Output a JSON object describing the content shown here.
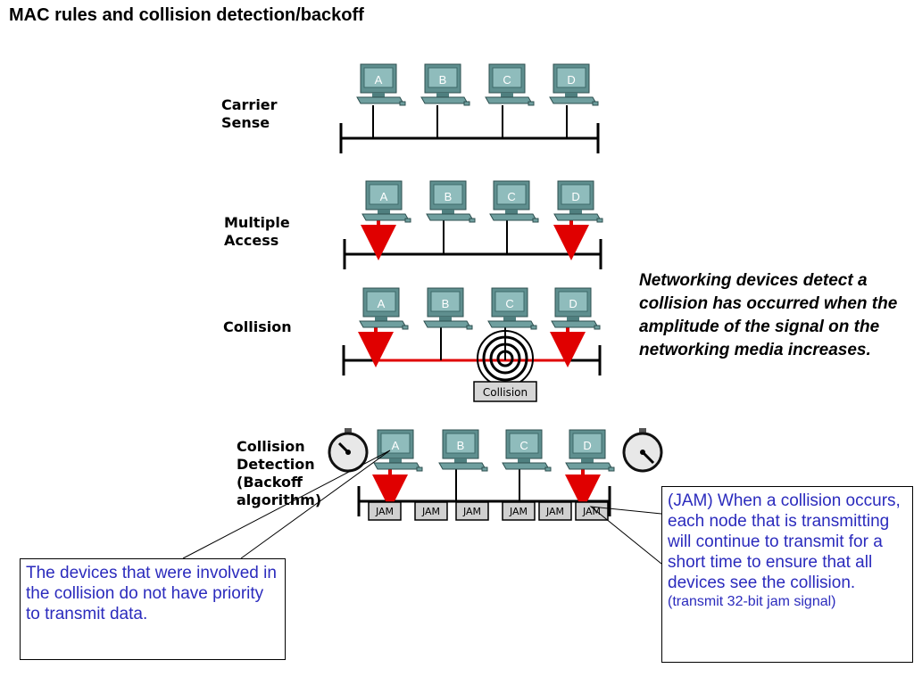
{
  "title": "MAC rules and collision detection/backoff",
  "rows": [
    {
      "label_1": "Carrier",
      "label_2": "Sense"
    },
    {
      "label_1": "Multiple",
      "label_2": "Access"
    },
    {
      "label_1": "Collision",
      "label_2": ""
    },
    {
      "label_1": "Collision",
      "label_2": "Detection",
      "label_3": "(Backoff",
      "label_4": "algorithm)"
    }
  ],
  "computers": [
    "A",
    "B",
    "C",
    "D"
  ],
  "collision_label": "Collision",
  "jam_label": "JAM",
  "note": "Networking devices detect a collision has occurred when the amplitude of the signal on the networking media increases.",
  "callout_priority": "The devices that were involved in the collision do not have priority to transmit data.",
  "callout_jam_main": "(JAM) When a collision occurs, each node that is transmitting will continue to transmit for a short time to ensure that all devices see the collision.",
  "callout_jam_sub": "(transmit 32-bit jam signal)",
  "colors": {
    "signal": "#e00000",
    "monitor": "#5f8f8f",
    "screen": "#7fb0b0",
    "callout_text": "#2b2bbd"
  }
}
